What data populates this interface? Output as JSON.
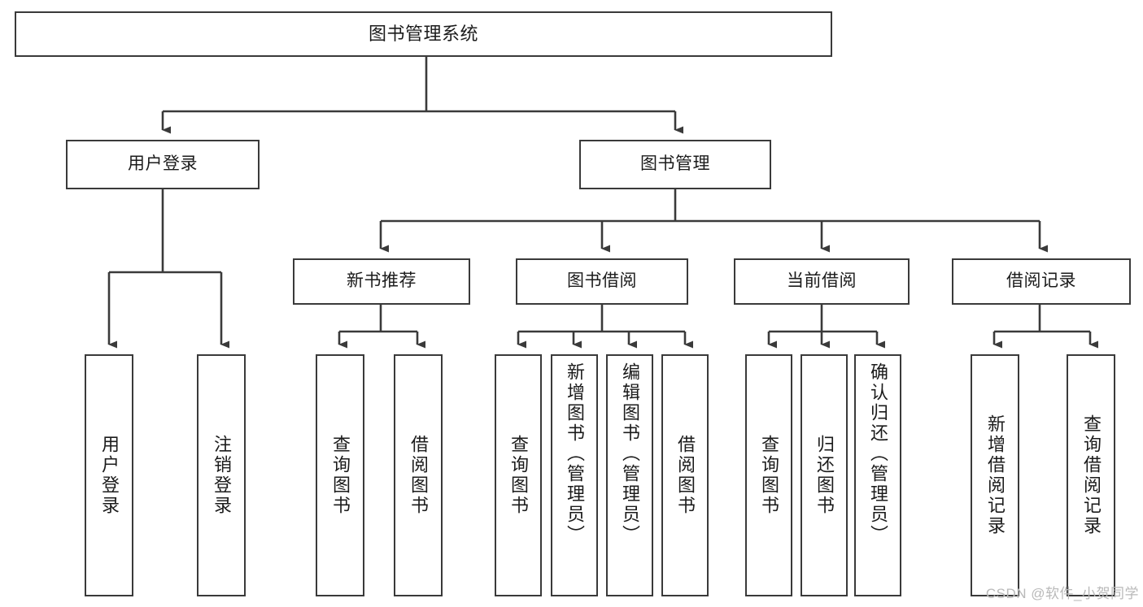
{
  "diagram": {
    "title": "图书管理系统",
    "type": "tree",
    "colors": {
      "node_border": "#3a3a3a",
      "node_fill": "#ffffff",
      "edge": "#3a3a3a",
      "text": "#1b1b1b",
      "watermark": "#b9b9b9",
      "background": "#ffffff"
    },
    "watermark": "CSDN @软件_小贺同学",
    "nodes": {
      "root": {
        "label": "图书管理系统"
      },
      "level1": [
        {
          "label": "用户登录"
        },
        {
          "label": "图书管理"
        }
      ],
      "level2": [
        {
          "label": "新书推荐"
        },
        {
          "label": "图书借阅"
        },
        {
          "label": "当前借阅"
        },
        {
          "label": "借阅记录"
        }
      ],
      "leaves_user_login": [
        {
          "label": "用户登录"
        },
        {
          "label": "注销登录"
        }
      ],
      "leaves_new_book": [
        {
          "label": "查询图书"
        },
        {
          "label": "借阅图书"
        }
      ],
      "leaves_borrow": [
        {
          "label": "查询图书"
        },
        {
          "label": "新增图书（管理员）"
        },
        {
          "label": "编辑图书（管理员）"
        },
        {
          "label": "借阅图书"
        }
      ],
      "leaves_current": [
        {
          "label": "查询图书"
        },
        {
          "label": "归还图书"
        },
        {
          "label": "确认归还（管理员）"
        }
      ],
      "leaves_record": [
        {
          "label": "新增借阅记录"
        },
        {
          "label": "查询借阅记录"
        }
      ]
    }
  }
}
